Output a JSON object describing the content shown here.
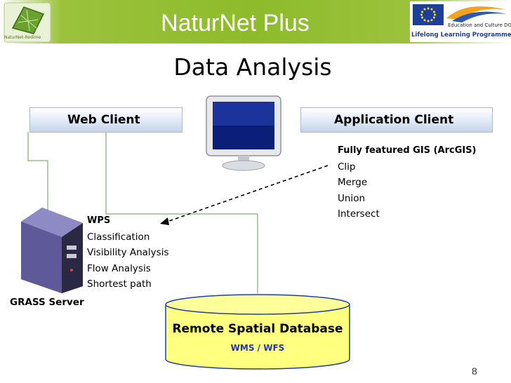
{
  "header": {
    "title": "NaturNet Plus",
    "logo_text": "NaturNet-Redime",
    "eu_dg_text": "Education and Culture DG",
    "eu_programme_text": "Lifelong Learning Programme"
  },
  "slide": {
    "title": "Data Analysis",
    "page_number": "8"
  },
  "clients": {
    "web": "Web Client",
    "application": "Application Client"
  },
  "gis": {
    "heading": "Fully featured GIS (ArcGIS)",
    "items": [
      "Clip",
      "Merge",
      "Union",
      "Intersect"
    ]
  },
  "wps": {
    "heading": "WPS",
    "items": [
      "Classification",
      "Visibility Analysis",
      "Flow Analysis",
      "Shortest path"
    ]
  },
  "grass": {
    "label": "GRASS Server"
  },
  "database": {
    "label": "Remote Spatial Database",
    "sub": "WMS / WFS"
  },
  "colors": {
    "header_green": "#8dbb2b",
    "db_yellow": "#ffff80",
    "link_blue": "#2033b8",
    "connector_green": "#6b9a58"
  }
}
